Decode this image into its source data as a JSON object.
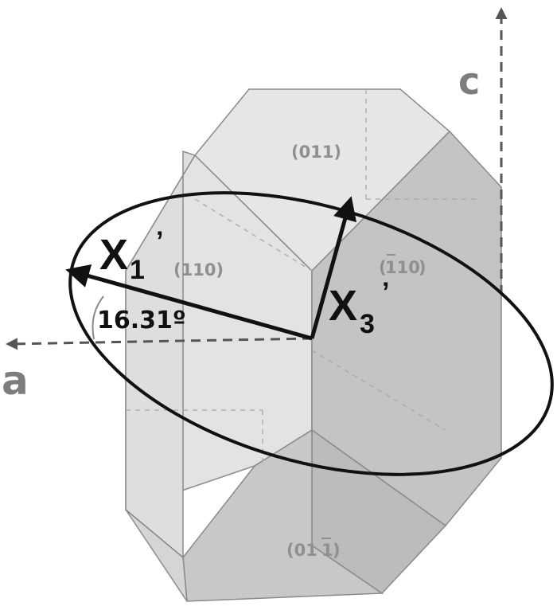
{
  "axes": {
    "a_label": "a",
    "c_label": "c"
  },
  "faces": {
    "f011": "(011)",
    "f110": "(110)",
    "fbar110_digits": "110",
    "f01bar1_prefix": "(01",
    "f01bar1_bar": "1",
    "f01bar1_suffix": ")"
  },
  "vectors": {
    "x1_main": "X",
    "x1_sub": "1",
    "x1_prime": "’",
    "x3_main": "X",
    "x3_sub": "3",
    "x3_prime": "’"
  },
  "angle": {
    "text": "16.31º",
    "degrees": 16.31
  },
  "colors": {
    "light_face": "#e3e3e3",
    "dark_face": "#c4c4c4",
    "face_edge": "#8a8a8a",
    "axis": "#555555",
    "ink": "#111111"
  }
}
